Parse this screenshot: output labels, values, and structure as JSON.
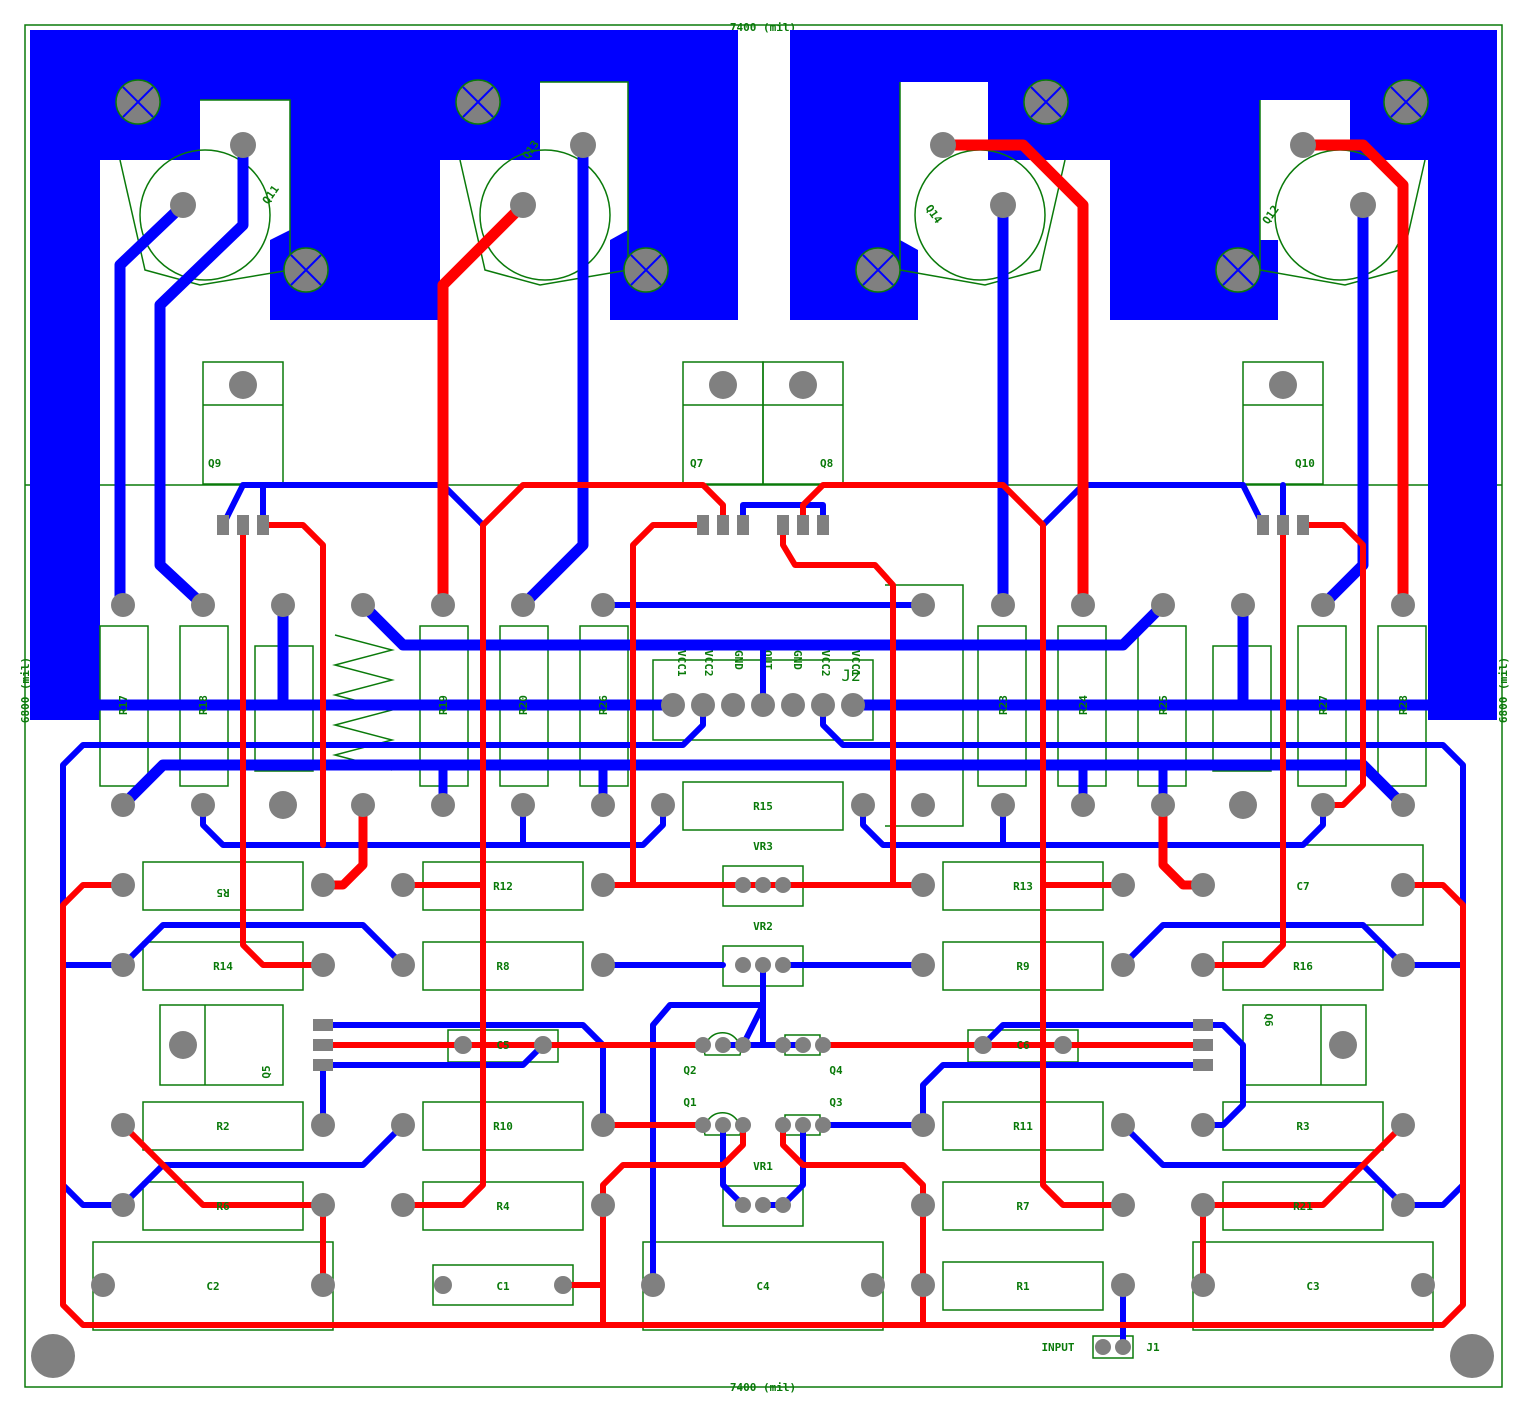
{
  "board": {
    "dimension_top": "7400 (mil)",
    "dimension_bottom": "7400 (mil)",
    "dimension_left": "6800 (mil)",
    "dimension_right": "6800 (mil)",
    "colors": {
      "top_copper": "#ff0000",
      "bottom_copper": "#0000ff",
      "silkscreen": "#0a7a0a",
      "pad": "#808080"
    }
  },
  "components": {
    "Q11": "Q11",
    "Q13": "Q13",
    "Q14": "Q14",
    "Q12": "Q12",
    "Q9": "Q9",
    "Q7": "Q7",
    "Q8": "Q8",
    "Q10": "Q10",
    "J2": "J2",
    "J2_pins": [
      "VCC1",
      "VCC2",
      "GND",
      "OUT",
      "GND",
      "VCC2",
      "VCC1"
    ],
    "R15": "R15",
    "VR3": "VR3",
    "VR2": "VR2",
    "VR1": "VR1",
    "R5": "R5",
    "R12": "R12",
    "R13": "R13",
    "C7": "C7",
    "R14": "R14",
    "R8": "R8",
    "R9": "R9",
    "R16": "R16",
    "Q5": "Q5",
    "C5": "C5",
    "C6": "C6",
    "Q6": "Q6",
    "Q2": "Q2",
    "Q4": "Q4",
    "Q1": "Q1",
    "Q3": "Q3",
    "R2": "R2",
    "R10": "R10",
    "R11": "R11",
    "R3": "R3",
    "R6": "R6",
    "R4": "R4",
    "R7": "R7",
    "R21": "R21",
    "C2": "C2",
    "C1": "C1",
    "C4": "C4",
    "R1": "R1",
    "C3": "C3",
    "INPUT": "INPUT",
    "J1": "J1",
    "R_col_left": [
      "R17",
      "R18",
      "R19",
      "R20",
      "R26"
    ],
    "R_col_right": [
      "R23",
      "R24",
      "R25",
      "R27",
      "R28"
    ]
  }
}
